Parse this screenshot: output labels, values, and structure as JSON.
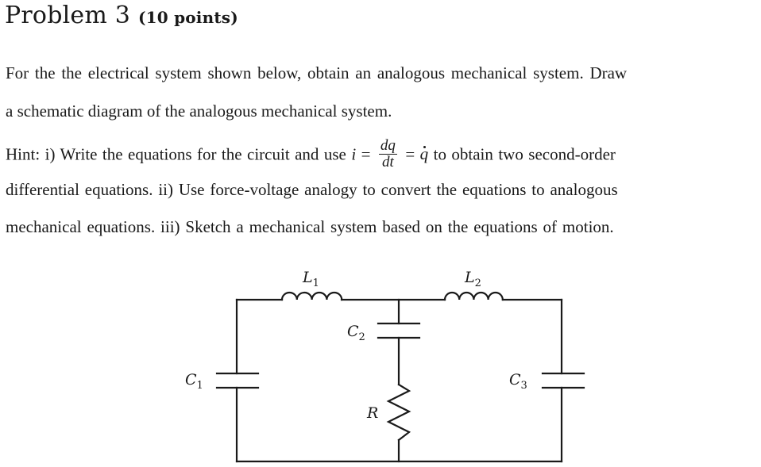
{
  "header": {
    "title": "Problem 3",
    "points": "(10 points)"
  },
  "body": {
    "line1": "For the the electrical system shown below, obtain an analogous mechanical system. Draw",
    "line2": "a schematic diagram of the analogous mechanical system.",
    "line3_prefix": "Hint: i) Write the equations for the circuit and use ",
    "line3_var": "i",
    "line3_eq": " = ",
    "frac_num": "dq",
    "frac_den": "dt",
    "line3_eq2": " = ",
    "line3_qdot": "q",
    "line3_suffix": " to obtain two second-order",
    "line4": "differential equations. ii) Use force-voltage analogy to convert the equations to analogous",
    "line5": "mechanical equations. iii) Sketch a mechanical system based on the equations of motion."
  },
  "circuit": {
    "components": [
      {
        "id": "L1",
        "type": "inductor",
        "label": "L",
        "sub": "1"
      },
      {
        "id": "L2",
        "type": "inductor",
        "label": "L",
        "sub": "2"
      },
      {
        "id": "C1",
        "type": "capacitor",
        "label": "C",
        "sub": "1"
      },
      {
        "id": "C2",
        "type": "capacitor",
        "label": "C",
        "sub": "2"
      },
      {
        "id": "C3",
        "type": "capacitor",
        "label": "C",
        "sub": "3"
      },
      {
        "id": "R",
        "type": "resistor",
        "label": "R",
        "sub": ""
      }
    ],
    "wire_color": "#1a1a1a"
  }
}
